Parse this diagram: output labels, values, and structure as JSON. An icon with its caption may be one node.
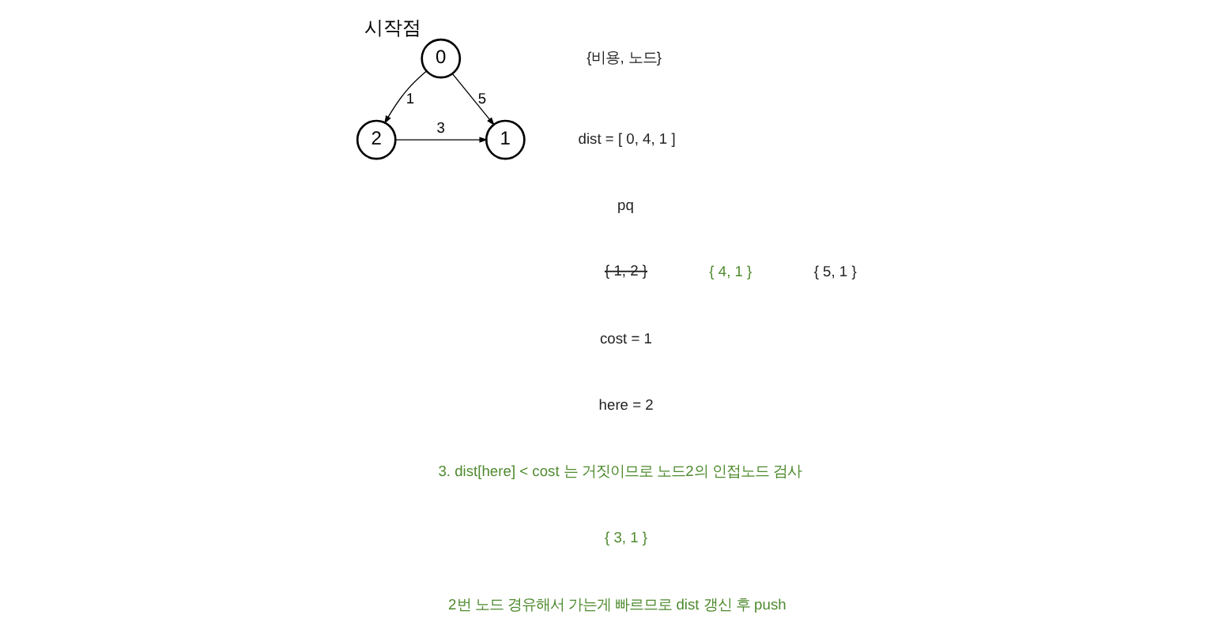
{
  "diagram": {
    "nodes": [
      {
        "text": [
          "0"
        ],
        "beside": [
          "시작점"
        ]
      },
      {
        "text": [
          "2"
        ]
      },
      {
        "text": [
          "1"
        ]
      }
    ],
    "edges": [
      {
        "from": 0,
        "to": 1,
        "arrow": "to",
        "label": "1"
      },
      {
        "from": 0,
        "to": 2,
        "arrow": "to",
        "label": "5"
      },
      {
        "from": 1,
        "to": 2,
        "arrow": "to",
        "label": "3"
      }
    ],
    "labels": [
      "{비용, 노드}",
      "dist = [ 0, 4, 1 ]",
      "pq",
      "{ 1, 2 }",
      "{ 4, 1 }",
      "{ 5, 1 }",
      "cost = 1",
      "here = 2",
      "3. dist[here] < cost 는 거짓이므로 노드2의 인접노드 검사",
      "{ 3, 1 }",
      "2번 노드 경유해서 가는게 빠르므로 dist 갱신 후 push"
    ]
  }
}
